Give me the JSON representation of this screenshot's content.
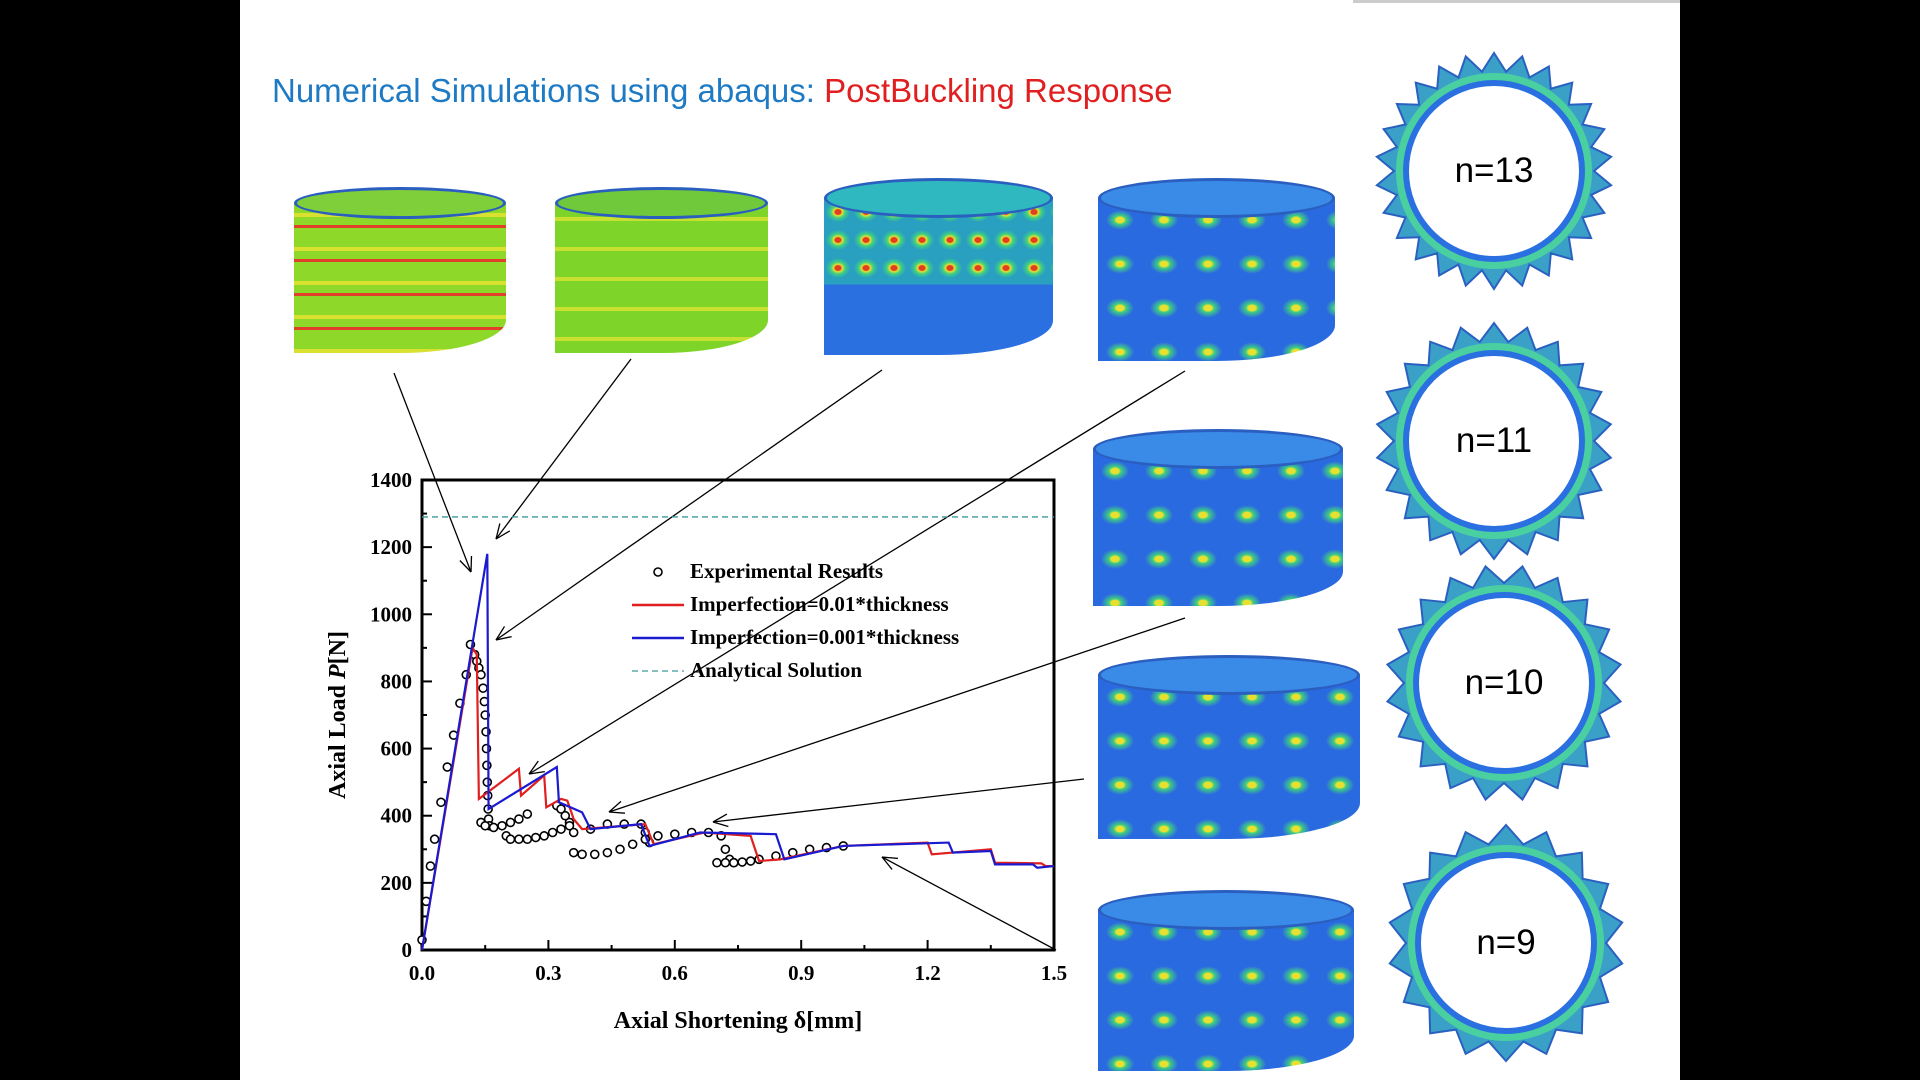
{
  "title": {
    "part1": "Numerical Simulations using abaqus: ",
    "part2": "PostBuckling Response"
  },
  "colors": {
    "title_blue": "#1f7ac4",
    "title_red": "#e02020",
    "exp": "#000000",
    "imp001": "#e02020",
    "imp0001": "#1a1ad0",
    "analytical": "#3a9a9a"
  },
  "rings": [
    {
      "label": "n=13",
      "n": 13
    },
    {
      "label": "n=11",
      "n": 11
    },
    {
      "label": "n=10",
      "n": 10
    },
    {
      "label": "n=9",
      "n": 9
    }
  ],
  "chart_data": {
    "type": "line",
    "xlabel": "Axial Shortening δ[mm]",
    "ylabel_prefix": "Axial Load ",
    "ylabel_italic": "P",
    "ylabel_suffix": "[N]",
    "xlim": [
      0,
      1.5
    ],
    "ylim": [
      0,
      1400
    ],
    "xticks": [
      "0.0",
      "0.3",
      "0.6",
      "0.9",
      "1.2",
      "1.5"
    ],
    "yticks": [
      "0",
      "200",
      "400",
      "600",
      "800",
      "1000",
      "1200",
      "1400"
    ],
    "legend_position": "top-center",
    "series": [
      {
        "name": "Experimental Results",
        "kind": "markers",
        "x": [
          0,
          0.01,
          0.02,
          0.03,
          0.045,
          0.06,
          0.075,
          0.09,
          0.105,
          0.115,
          0.125,
          0.13,
          0.135,
          0.14,
          0.145,
          0.148,
          0.15,
          0.152,
          0.153,
          0.154,
          0.155,
          0.156,
          0.157,
          0.158,
          0.16,
          0.14,
          0.15,
          0.17,
          0.19,
          0.21,
          0.23,
          0.25,
          0.2,
          0.21,
          0.23,
          0.25,
          0.27,
          0.29,
          0.31,
          0.33,
          0.35,
          0.32,
          0.33,
          0.34,
          0.35,
          0.36,
          0.4,
          0.44,
          0.48,
          0.52,
          0.53,
          0.54,
          0.36,
          0.38,
          0.41,
          0.44,
          0.47,
          0.5,
          0.53,
          0.56,
          0.6,
          0.64,
          0.68,
          0.71,
          0.72,
          0.73,
          0.74,
          0.7,
          0.72,
          0.74,
          0.76,
          0.78,
          0.8,
          0.84,
          0.88,
          0.92,
          0.96,
          1.0
        ],
        "y": [
          30,
          145,
          250,
          330,
          440,
          545,
          640,
          735,
          820,
          910,
          880,
          860,
          840,
          820,
          780,
          740,
          700,
          650,
          600,
          550,
          500,
          460,
          420,
          390,
          370,
          380,
          370,
          365,
          370,
          380,
          390,
          405,
          340,
          330,
          330,
          330,
          335,
          340,
          350,
          360,
          380,
          430,
          420,
          400,
          370,
          350,
          360,
          375,
          375,
          375,
          350,
          320,
          290,
          285,
          285,
          290,
          300,
          315,
          330,
          340,
          345,
          350,
          350,
          340,
          300,
          270,
          260,
          260,
          260,
          260,
          262,
          265,
          270,
          280,
          290,
          300,
          305,
          310
        ]
      },
      {
        "name": "Imperfection=0.01*thickness",
        "kind": "line",
        "x": [
          0,
          0.12,
          0.13,
          0.135,
          0.23,
          0.235,
          0.29,
          0.295,
          0.33,
          0.345,
          0.36,
          0.38,
          0.53,
          0.55,
          0.67,
          0.78,
          0.8,
          0.85,
          1.0,
          1.2,
          1.21,
          1.35,
          1.36,
          1.47,
          1.48,
          1.5
        ],
        "y": [
          0,
          900,
          880,
          450,
          540,
          460,
          520,
          425,
          450,
          445,
          390,
          360,
          375,
          315,
          350,
          340,
          265,
          270,
          310,
          320,
          285,
          300,
          260,
          258,
          250,
          250
        ]
      },
      {
        "name": "Imperfection=0.001*thickness",
        "kind": "line",
        "x": [
          0,
          0.155,
          0.158,
          0.32,
          0.325,
          0.38,
          0.4,
          0.52,
          0.54,
          0.66,
          0.84,
          0.86,
          1.0,
          1.25,
          1.26,
          1.35,
          1.36,
          1.45,
          1.46,
          1.5
        ],
        "y": [
          0,
          1180,
          420,
          545,
          440,
          410,
          360,
          375,
          310,
          350,
          345,
          270,
          310,
          320,
          290,
          295,
          255,
          255,
          245,
          250
        ]
      },
      {
        "name": "Analytical Solution",
        "kind": "dashed",
        "x": [
          0,
          1.5
        ],
        "y": [
          1290,
          1290
        ]
      }
    ]
  }
}
